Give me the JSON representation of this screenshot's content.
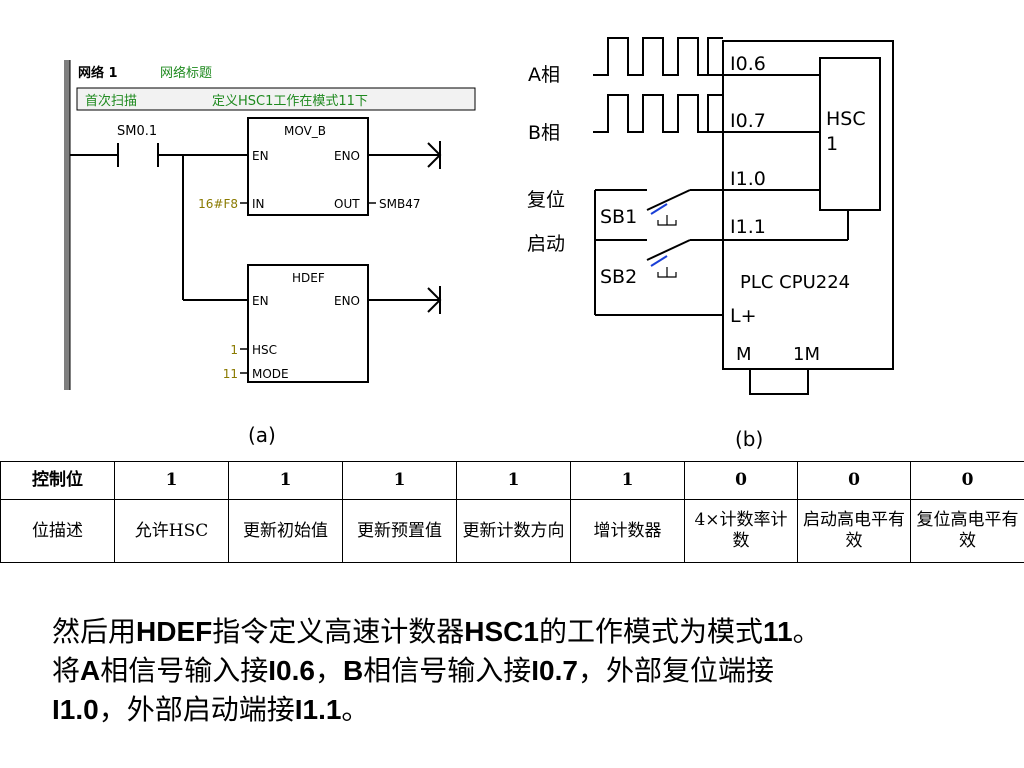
{
  "ladder": {
    "network_label": "网络 1",
    "network_title": "网络标题",
    "comment_left": "首次扫描",
    "comment_right": "定义HSC1工作在模式11下",
    "contact": "SM0.1",
    "block1": {
      "name": "MOV_B",
      "en": "EN",
      "eno": "ENO",
      "in": "IN",
      "out": "OUT",
      "in_value": "16#F8",
      "out_value": "SMB47"
    },
    "block2": {
      "name": "HDEF",
      "en": "EN",
      "eno": "ENO",
      "hsc": "HSC",
      "mode": "MODE",
      "hsc_value": "1",
      "mode_value": "11"
    },
    "label": "(a)"
  },
  "wiring": {
    "phase_a": "A相",
    "phase_b": "B相",
    "reset": "复位",
    "start": "启动",
    "sb1": "SB1",
    "sb2": "SB2",
    "i06": "I0.6",
    "i07": "I0.7",
    "i10": "I1.0",
    "i11": "I1.1",
    "hsc_line1": "HSC",
    "hsc_line2": "1",
    "plc": "PLC CPU224",
    "lplus": "L+",
    "m": "M",
    "m1": "1M",
    "label": "(b)"
  },
  "table": {
    "row1": [
      "控制位",
      "1",
      "1",
      "1",
      "1",
      "1",
      "0",
      "0",
      "0"
    ],
    "row2": [
      "位描述",
      "允许HSC",
      "更新初始值",
      "更新预置值",
      "更新计数方向",
      "增计数器",
      "4×计数率计数",
      "启动高电平有效",
      "复位高电平有效"
    ]
  },
  "caption": {
    "s1": "然后用",
    "s2": "HDEF",
    "s3": "指令定义高速计数器",
    "s4": "HSC1",
    "s5": "的工作模式为模式",
    "s6": "11",
    "s7": "。",
    "s8": "将",
    "s9": "A",
    "s10": "相信号输入接",
    "s11": "I0.6",
    "s12": "，",
    "s13": "B",
    "s14": "相信号输入接",
    "s15": "I0.7",
    "s16": "，外部复位端接",
    "s17": "I1.0",
    "s18": "，外部启动端接",
    "s19": "I1.1",
    "s20": "。"
  },
  "colors": {
    "network_title": "#1f8a1f",
    "comment_bar": "#f2f2f2",
    "value_text": "#8a7a00"
  }
}
